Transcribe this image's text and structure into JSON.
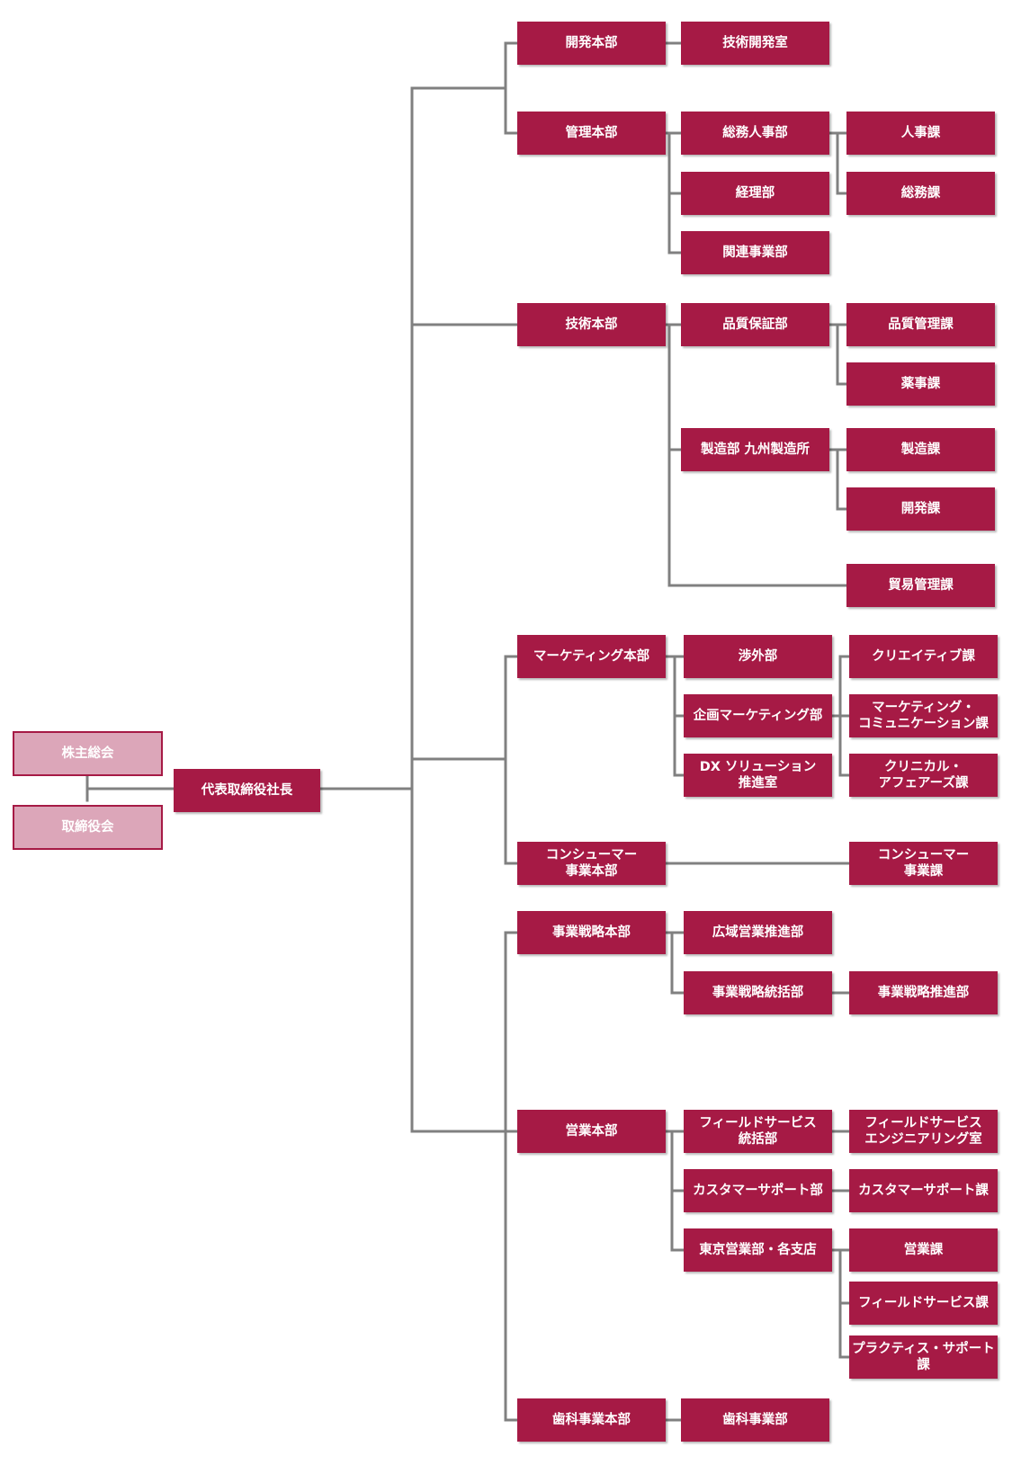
{
  "colors": {
    "box": "#a61a45",
    "box_light": "#dca6b9",
    "box_text": "#ffffff",
    "line": "#808080"
  },
  "governance": {
    "shareholders": "株主総会",
    "board": "取締役会"
  },
  "president": "代表取締役社長",
  "dev": {
    "hq": "開発本部",
    "tech_dev_office": "技術開発室"
  },
  "admin": {
    "hq": "管理本部",
    "ga_hr": "総務人事部",
    "hr_section": "人事課",
    "ga_section": "総務課",
    "accounting": "経理部",
    "related_business": "関連事業部"
  },
  "tech": {
    "hq": "技術本部",
    "qa_dept": "品質保証部",
    "qc_section": "品質管理課",
    "pharma_section": "薬事課",
    "mfg_dept": "製造部 九州製造所",
    "mfg_section": "製造課",
    "dev_section": "開発課",
    "trade_section": "貿易管理課"
  },
  "marketing": {
    "hq": "マーケティング本部",
    "external": "渉外部",
    "planning": "企画マーケティング部",
    "dx": "DX ソリューション\n推進室",
    "creative": "クリエイティブ課",
    "comm": "マーケティング・\nコミュニケーション課",
    "clinical": "クリニカル・\nアフェアーズ課"
  },
  "consumer": {
    "hq": "コンシューマー\n事業本部",
    "section": "コンシューマー\n事業課"
  },
  "strategy": {
    "hq": "事業戦略本部",
    "regional": "広域営業推進部",
    "integration": "事業戦略統括部",
    "promotion": "事業戦略推進部"
  },
  "sales": {
    "hq": "営業本部",
    "field_service": "フィールドサービス\n統括部",
    "fs_engineering": "フィールドサービス\nエンジニアリング室",
    "cs_dept": "カスタマーサポート部",
    "cs_section": "カスタマーサポート課",
    "tokyo": "東京営業部・各支店",
    "sales_section": "営業課",
    "fs_section": "フィールドサービス課",
    "practice": "プラクティス・サポート課"
  },
  "dental": {
    "hq": "歯科事業本部",
    "dept": "歯科事業部"
  }
}
